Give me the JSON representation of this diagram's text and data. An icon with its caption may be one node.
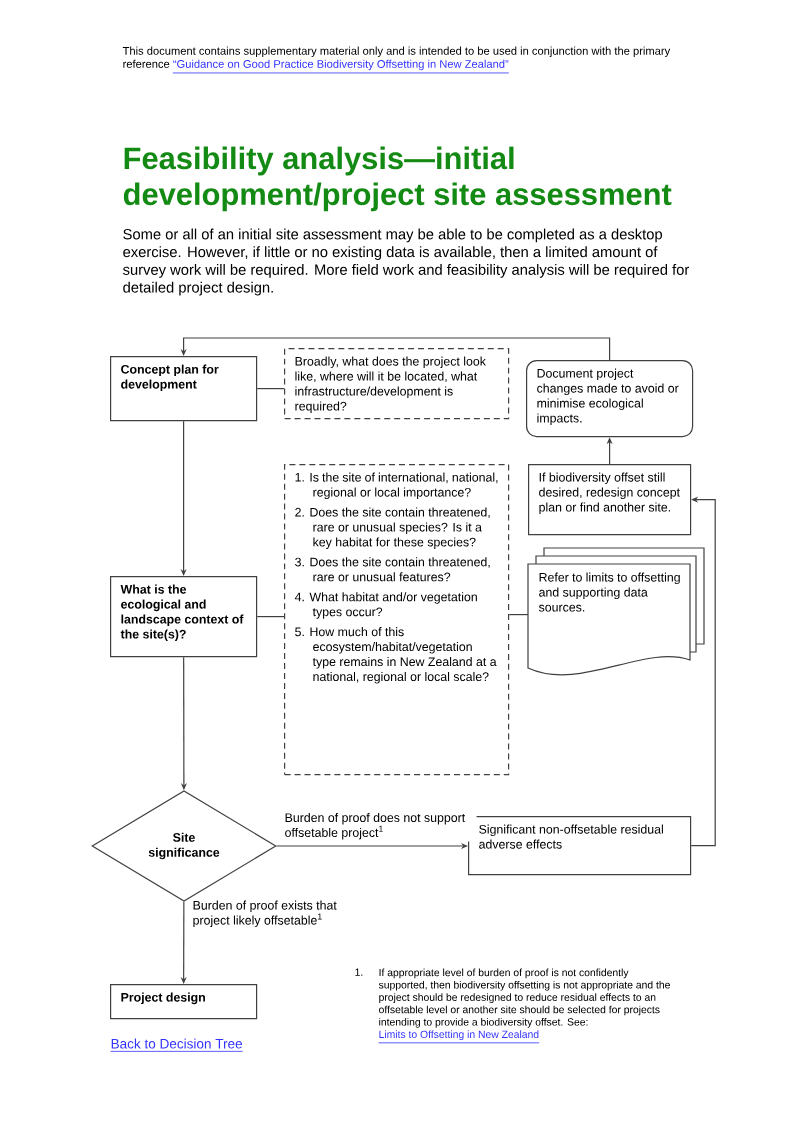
{
  "diagram": {
    "title": "Feasibility analysis—initial development/project site assessment",
    "nodes": [
      {
        "text": [
          "Concept plan for development"
        ]
      },
      {
        "text": [
          "Broadly, what does the project look like, where will it be located, what infrastructure/development is required?"
        ]
      },
      {
        "text": [
          "Document project changes made to avoid or minimise ecological impacts."
        ]
      },
      {
        "text": [
          "If biodiversity offset still desired, redesign concept plan or find another site."
        ]
      },
      {
        "text": [
          "What is the ecological and landscape context of the site(s)?"
        ]
      },
      {
        "text": [
          "1. Is the site of international, national, regional or local importance?",
          "2. Does the site contain threatened, rare or unusual species? Is it a key habitat for these species?",
          "3. Does the site contain threatened, rare or unusual features?",
          "4. What habitat and/or vegetation types occur?",
          "5. How much of this ecosystem/habitat/vegetation type remains in New Zealand at a national, regional or local scale?"
        ]
      },
      {
        "text": [
          "Refer to limits to offsetting and supporting data sources."
        ]
      },
      {
        "text": [
          "Site significance"
        ]
      },
      {
        "text": [
          "Significant non-offsetable residual adverse effects"
        ]
      },
      {
        "text": [
          "Project design"
        ]
      }
    ],
    "edges": [
      {
        "from": 0,
        "to": 4,
        "arrow": "to"
      },
      {
        "from": 0,
        "to": 1,
        "arrow": "none"
      },
      {
        "from": 4,
        "to": 5,
        "arrow": "none"
      },
      {
        "from": 5,
        "to": 6,
        "arrow": "none"
      },
      {
        "from": 4,
        "to": 7,
        "arrow": "to"
      },
      {
        "from": 7,
        "to": 8,
        "arrow": "to",
        "label": "Burden of proof does not support offsetable project$^{1}$"
      },
      {
        "from": 7,
        "to": 9,
        "arrow": "to",
        "label": "Burden of proof exists that project likely offsetable$^{1}$"
      },
      {
        "from": 8,
        "to": 3,
        "arrow": "to"
      },
      {
        "from": 3,
        "to": 2,
        "arrow": "to"
      },
      {
        "from": 2,
        "to": 0,
        "arrow": "to"
      }
    ],
    "labels": [
      "This document contains supplementary material only and is intended to be used in conjunction with the primary reference",
      "“Guidance on Good Practice Biodiversity Offsetting in New Zealand”",
      "Some or all of an initial site assessment may be able to be completed as a desktop exercise. However, if little or no existing data is available, then a limited amount of survey work will be required. More field work and feasibility analysis will be required for detailed project design.",
      "1.",
      "If appropriate level of burden of proof is not confidently supported, then biodiversity offsetting is not appropriate and the project should be redesigned to reduce residual effects to an offsetable level or another site should be selected for projects intending to provide a biodiversity offset. See:",
      "Limits to Offsetting in New Zealand",
      "Back to Decision Tree"
    ]
  }
}
